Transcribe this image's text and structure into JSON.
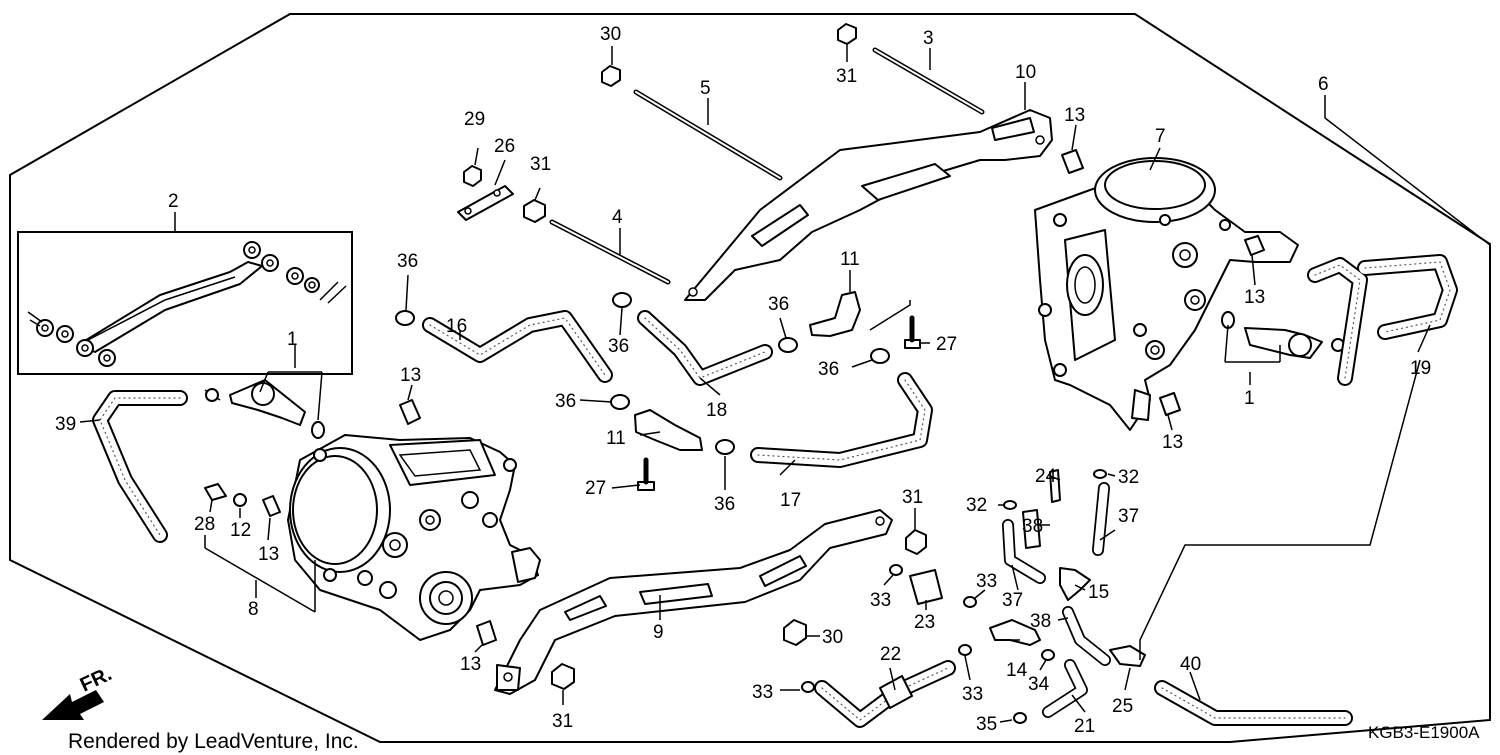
{
  "footer": {
    "credit": "Rendered by LeadVenture, Inc.",
    "code": "KGB3-E1900A"
  },
  "direction": {
    "label": "FR."
  },
  "callouts": [
    "1",
    "1",
    "2",
    "3",
    "4",
    "5",
    "6",
    "7",
    "8",
    "9",
    "10",
    "11",
    "11",
    "12",
    "13",
    "13",
    "13",
    "13",
    "13",
    "13",
    "14",
    "15",
    "16",
    "17",
    "18",
    "19",
    "21",
    "22",
    "23",
    "24",
    "25",
    "26",
    "27",
    "27",
    "28",
    "29",
    "30",
    "30",
    "31",
    "31",
    "31",
    "31",
    "32",
    "32",
    "33",
    "33",
    "33",
    "33",
    "34",
    "35",
    "36",
    "36",
    "36",
    "36",
    "36",
    "36",
    "37",
    "37",
    "38",
    "38",
    "39",
    "40"
  ]
}
